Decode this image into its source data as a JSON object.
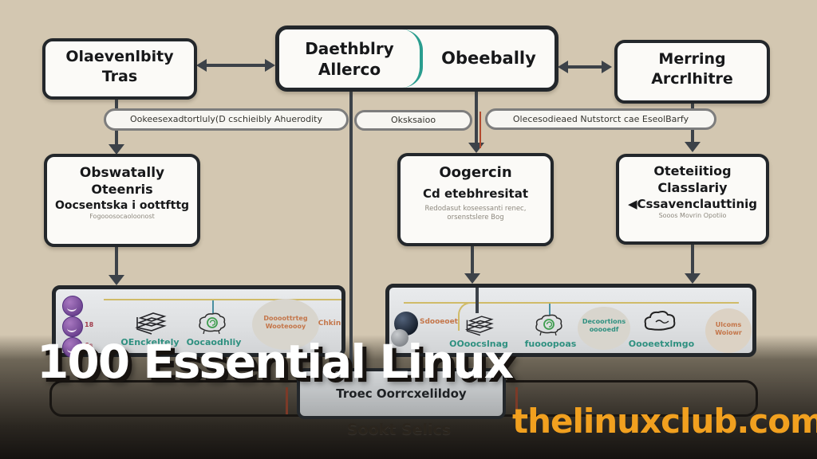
{
  "title": {
    "text": "100 Essential Linux"
  },
  "site": {
    "text": "thelinuxclub.com"
  },
  "colors": {
    "background": "#d3c7b1",
    "box_border": "#23272b",
    "arrow": "#3c4249",
    "teal_accent": "#2a9d8f",
    "teal_text": "#2f9080",
    "orange_text": "#c4764a",
    "purple_orb": "#6d4390",
    "yellow_line": "#d0bb68",
    "red_connector": "#b34a2e",
    "site_orange": "#f1a01f",
    "dark_band": "#151210"
  },
  "flowchart": {
    "top": {
      "left_box": {
        "line1": "Olaevenlbity",
        "line2": "Tras"
      },
      "center_left": {
        "line1": "Daethblry",
        "line2": "Allerco"
      },
      "center_right": {
        "label": "Obeebally"
      },
      "right_box": {
        "line1": "Merring",
        "line2": "Arcrlhitre"
      }
    },
    "bars": {
      "bar1": "Ookeesexadtortluly(D cschieibly Ahuerodity",
      "bar2": "Oksksaioo",
      "bar3": "Olecesodieaed Nutstorct cae EseolBarfy"
    },
    "mid": {
      "left_box": {
        "line1": "Obswatally",
        "line2": "Oteenris",
        "line3": "Oocsentska i oottfttg",
        "small": "Fogooosocaoloonost"
      },
      "center_box": {
        "line1": "Oogercin",
        "line2": "Cd etebhresitat",
        "small1": "Redodasut koseessanti renec,",
        "small2": "orsenstslere Bog"
      },
      "right_box": {
        "line1": "Oteteiitiog",
        "line2": "Classlariy",
        "line3": "◀Cssavenclauttinig",
        "small": "Sooos Movrin Opotiio"
      }
    }
  },
  "panel1": {
    "badge1": "18",
    "badge2": "6s",
    "item1_label": "OEnckeltely",
    "item2_label": "Oocaodhliy",
    "ellipse_line1": "Doooottrteg",
    "ellipse_line2": "Wooteoooy",
    "side_label": "Chkin"
  },
  "panel2": {
    "lead_label": "Sdooeoet",
    "item1_label": "OOoocslnag",
    "item2_label": "fuooopoas",
    "item3_label": "Oooeetxlmgo",
    "ellipse1_line1": "Decoortions",
    "ellipse1_line2": "ooooedf",
    "ellipse2_line1": "Ulcoms",
    "ellipse2_line2": "Woiowr"
  },
  "bottom": {
    "trace_label": "Troec Oorrcxelildoy",
    "caption": "Sookt Selics"
  }
}
